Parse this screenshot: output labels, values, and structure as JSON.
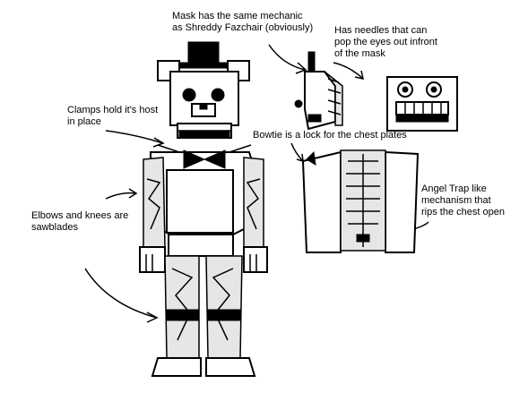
{
  "annotations": {
    "mask": [
      "Mask has the same mechanic",
      "as Shreddy Fazchair (obviously)"
    ],
    "needles": [
      "Has needles that can",
      "pop the eyes out infront",
      "of the mask"
    ],
    "clamps": [
      "Clamps hold it's host",
      "in place"
    ],
    "bowtie": [
      "Bowtie is a lock for the chest plates"
    ],
    "elbows": [
      "Elbows and knees are",
      "sawblades"
    ],
    "angel": [
      "Angel Trap like",
      "mechanism that",
      "rips the chest open"
    ]
  },
  "colors": {
    "ink": "#000000",
    "paper": "#ffffff",
    "shade": "#e6e6e6"
  }
}
